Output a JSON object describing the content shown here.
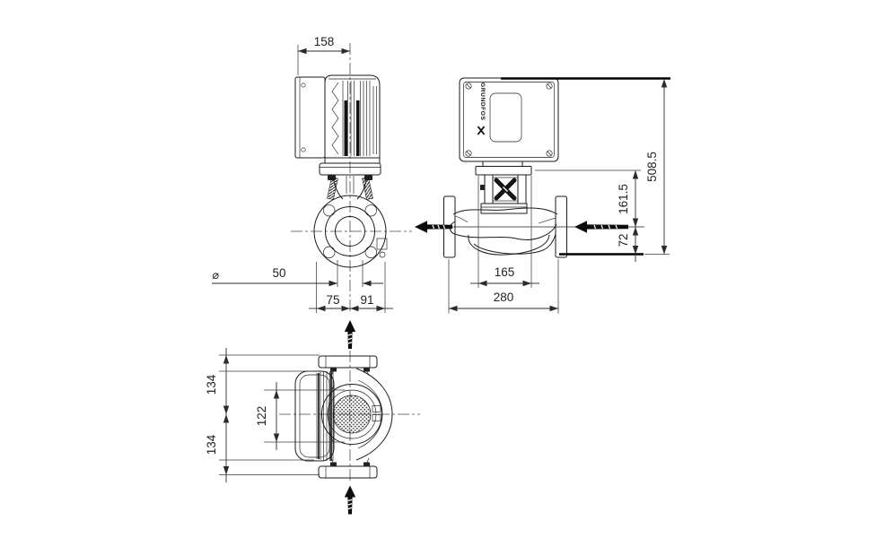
{
  "drawing": {
    "brand_logo_text": "GRUNDFOS",
    "colors": {
      "background": "#ffffff",
      "line": "#1b1b1b",
      "dimension": "#2b2b2b",
      "centerline": "#4a4a4a",
      "flow_arrow": "#0d0d0d"
    },
    "front_view": {
      "motor_width": "158",
      "diameter_symbol": "⌀",
      "port_diameter": "50",
      "center_to_left": "75",
      "center_to_right": "91"
    },
    "side_view": {
      "head_width": "165",
      "port_to_port": "280",
      "overall_height": "508.5",
      "centerline_to_top": "161.5",
      "centerline_to_base": "72"
    },
    "end_view": {
      "centerline_to_top_flange": "134",
      "centerline_to_bottom_flange": "134",
      "motor_width": "122"
    }
  }
}
